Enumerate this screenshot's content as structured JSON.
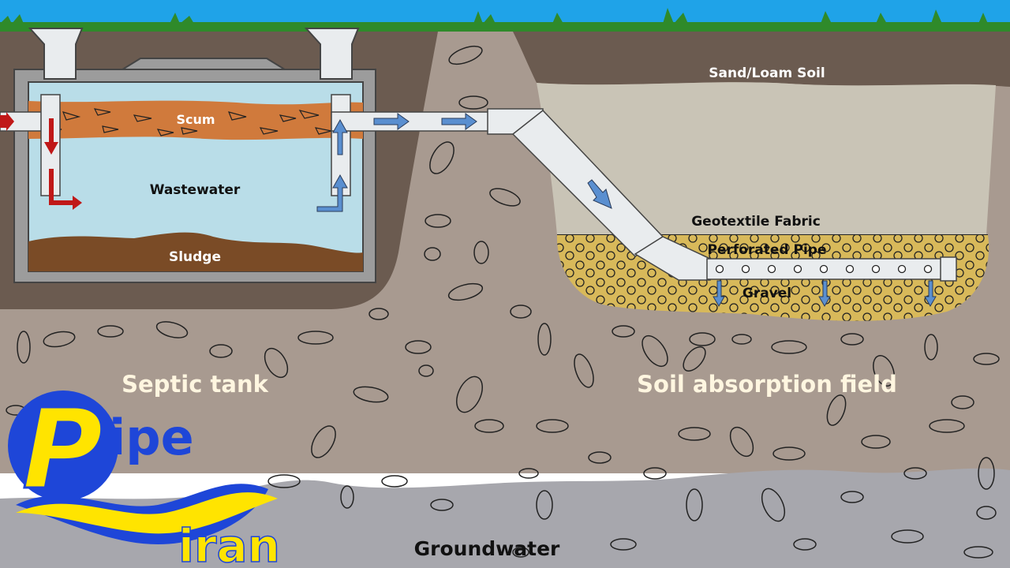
{
  "labels": {
    "sand_loam_soil": "Sand/Loam Soil",
    "scum": "Scum",
    "wastewater": "Wastewater",
    "sludge": "Sludge",
    "geotextile_fabric": "Geotextile Fabric",
    "perforated_pipe": "Perforated Pipe",
    "gravel": "Gravel",
    "septic_tank": "Septic tank",
    "soil_absorption_field": "Soil absorption field",
    "groundwater": "Groundwater"
  },
  "logo": {
    "letter": "P",
    "word_top": "ipe",
    "word_bottom": "iran",
    "icon": "pipe-iran-logo"
  },
  "colors": {
    "sky": "#1fa3e8",
    "grass": "#2f8a2a",
    "soil_dark": "#6b5b50",
    "soil_light": "#a89a90",
    "groundwater": "#a7a7ad",
    "sand": "#c9c4b6",
    "gravel": "#d8b95a",
    "scum": "#d07a3c",
    "wastewater": "#b9dde8",
    "sludge": "#7a4b26",
    "pipe": "#e9ecee",
    "flow_in": "#c01818",
    "flow_out": "#5a8fd0",
    "logo_blue": "#1e46d8",
    "logo_yellow": "#ffe400"
  }
}
